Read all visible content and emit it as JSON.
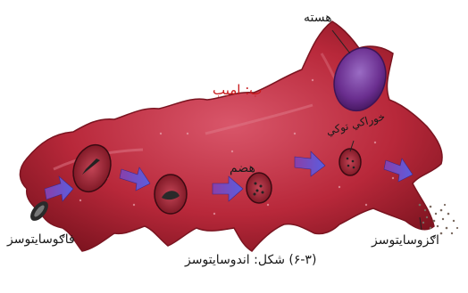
{
  "diagram": {
    "title": "ب: امیب",
    "caption": "(۶-۳) شکل: اندوسایتوسز",
    "labels": {
      "nucleus": "هسته",
      "food_particle": "خوراکي توکي",
      "digestion": "هضم",
      "phagocytosis": "فاګوسایتوسز",
      "exocytosis": "اګزوسایتوسز"
    }
  },
  "colors": {
    "cell_body": "#b8283a",
    "cell_highlight": "#d9566a",
    "nucleus": "#6a2e8f",
    "vacuole": "#8c1f2c",
    "arrow": "#6a4fd0",
    "title_text": "#c8191c"
  }
}
